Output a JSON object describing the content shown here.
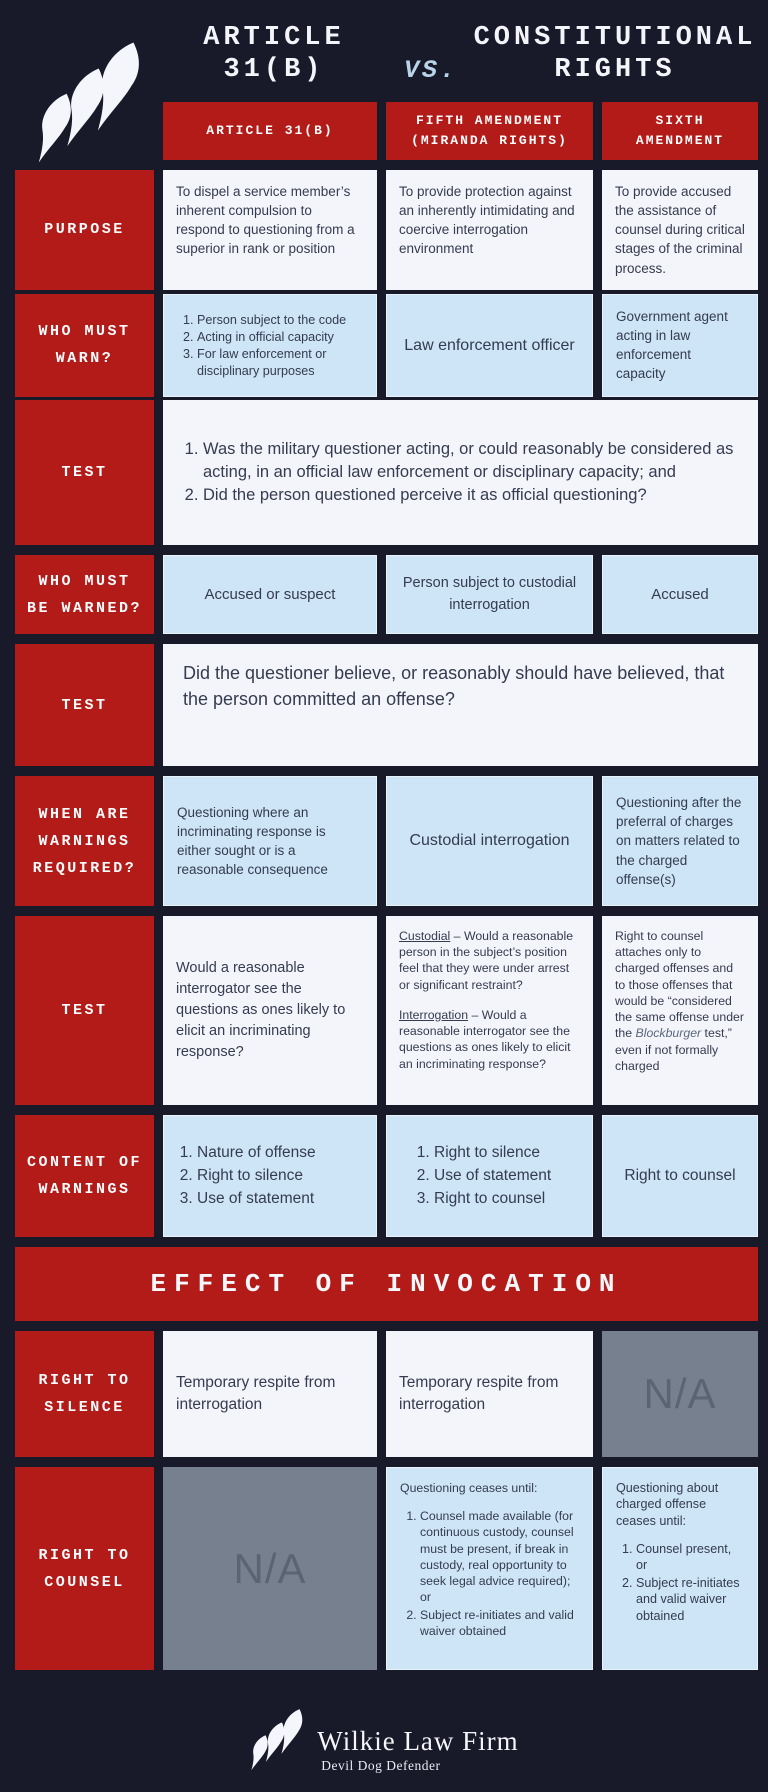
{
  "colors": {
    "background": "#181929",
    "accent_red": "#b31b18",
    "light_blue_cell": "#cde5f6",
    "off_white_cell": "#f4f5fa",
    "gray_cell": "#76808f",
    "vs_blue": "#b9d3e8"
  },
  "header": {
    "title_left": "ARTICLE 31(B)",
    "vs": "VS.",
    "title_right": "CONSTITUTIONAL RIGHTS",
    "columns": {
      "article31": "ARTICLE 31(B)",
      "fifth": "FIFTH AMENDMENT (MIRANDA RIGHTS)",
      "sixth": "SIXTH AMENDMENT"
    }
  },
  "rows": {
    "purpose": {
      "label": "PURPOSE",
      "a31": "To dispel a service member’s inherent compulsion to respond to questioning from a superior in rank or position",
      "fifth": "To provide protection against an inherently intimidating and coercive interrogation environment",
      "sixth": "To provide accused the assistance of counsel during critical stages of the criminal process."
    },
    "who_must_warn": {
      "label": "WHO MUST WARN?",
      "a31_items": [
        "Person subject to the code",
        "Acting in official capacity",
        "For law enforcement or disciplinary purposes"
      ],
      "fifth": "Law enforcement officer",
      "sixth": "Government agent acting in law enforcement capacity"
    },
    "test_official": {
      "label": "TEST",
      "items": [
        "Was the military questioner acting, or could reasonably be considered as acting, in an official law enforcement or disciplinary capacity; and",
        "Did the person questioned perceive it as official questioning?"
      ]
    },
    "who_must_be_warned": {
      "label": "WHO MUST BE WARNED?",
      "a31": "Accused or suspect",
      "fifth": "Person subject to custodial interrogation",
      "sixth": "Accused"
    },
    "test_belief": {
      "label": "TEST",
      "text": "Did the questioner believe, or reasonably should have believed, that the person committed an offense?"
    },
    "when_warnings": {
      "label": "WHEN ARE WARNINGS REQUIRED?",
      "a31": "Questioning where an incriminating response is either sought or is a reasonable consequence",
      "fifth": "Custodial interrogation",
      "sixth": "Questioning after the preferral of charges on matters related to the charged offense(s)"
    },
    "test_detail": {
      "label": "TEST",
      "a31": "Would a reasonable interrogator see the questions as ones likely to elicit an incriminating response?",
      "fifth_custodial_lead": "Custodial",
      "fifth_custodial_rest": " – Would a reasonable person in the subject’s position feel that they were under arrest or significant restraint?",
      "fifth_interrogation_lead": "Interrogation",
      "fifth_interrogation_rest": " – Would a reasonable interrogator see the questions as ones likely to elicit an incriminating response?",
      "sixth_before": "Right to counsel attaches only to charged offenses and to those offenses that would be “considered the same offense under the ",
      "sixth_italic": "Blockburger",
      "sixth_after": " test,” even if not formally charged"
    },
    "content_warnings": {
      "label": "CONTENT OF WARNINGS",
      "a31_items": [
        "Nature of offense",
        "Right to silence",
        "Use of statement"
      ],
      "fifth_items": [
        "Right to silence",
        "Use of statement",
        "Right to counsel"
      ],
      "sixth": "Right to counsel"
    }
  },
  "banner": "EFFECT OF INVOCATION",
  "invocation": {
    "silence": {
      "label": "RIGHT TO SILENCE",
      "a31": "Temporary respite from interrogation",
      "fifth": "Temporary respite from interrogation",
      "sixth_na": "N/A"
    },
    "counsel": {
      "label": "RIGHT TO COUNSEL",
      "a31_na": "N/A",
      "fifth_intro": "Questioning ceases until:",
      "fifth_items": [
        "Counsel made available (for continuous custody, counsel must be present, if break in custody, real opportunity to seek legal advice required); or",
        "Subject re-initiates and valid waiver obtained"
      ],
      "sixth_intro": "Questioning about charged offense ceases until:",
      "sixth_items": [
        "Counsel present, or",
        "Subject re-initiates and valid waiver obtained"
      ]
    }
  },
  "footer": {
    "firm": "Wilkie Law Firm",
    "tagline": "Devil Dog Defender"
  }
}
